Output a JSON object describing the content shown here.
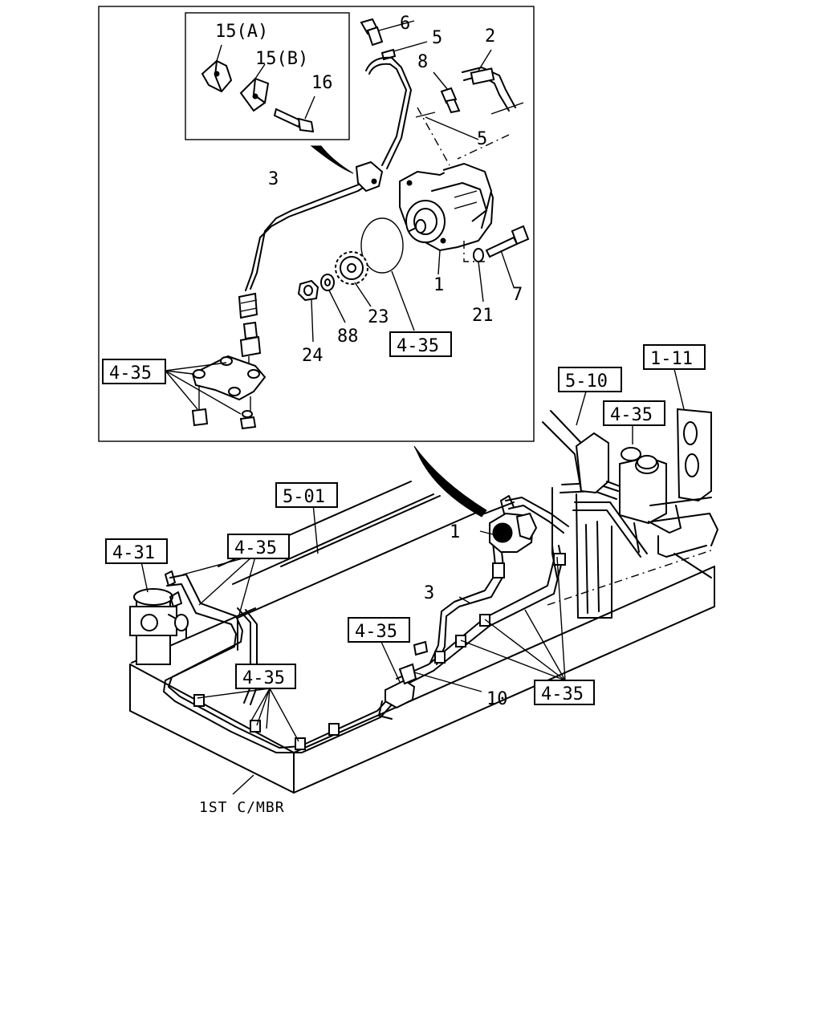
{
  "callouts": {
    "c15a": "15(A)",
    "c15b": "15(B)",
    "c16": "16",
    "c6": "6",
    "c5a": "5",
    "c2": "2",
    "c8": "8",
    "c5b": "5",
    "c3top": "3",
    "c1top": "1",
    "c7": "7",
    "c21": "21",
    "c23": "23",
    "c88": "88",
    "c24": "24",
    "c1bottom": "1",
    "c3bottom": "3",
    "c10": "10"
  },
  "refs": {
    "r435_pump": "4-35",
    "r435_bracket": "4-35",
    "r510": "5-10",
    "r111": "1-11",
    "r435_tank": "4-35",
    "r501": "5-01",
    "r431": "4-31",
    "r435_left": "4-35",
    "r435_mid": "4-35",
    "r435_frame": "4-35",
    "r435_right": "4-35"
  },
  "note": "1ST C/MBR"
}
